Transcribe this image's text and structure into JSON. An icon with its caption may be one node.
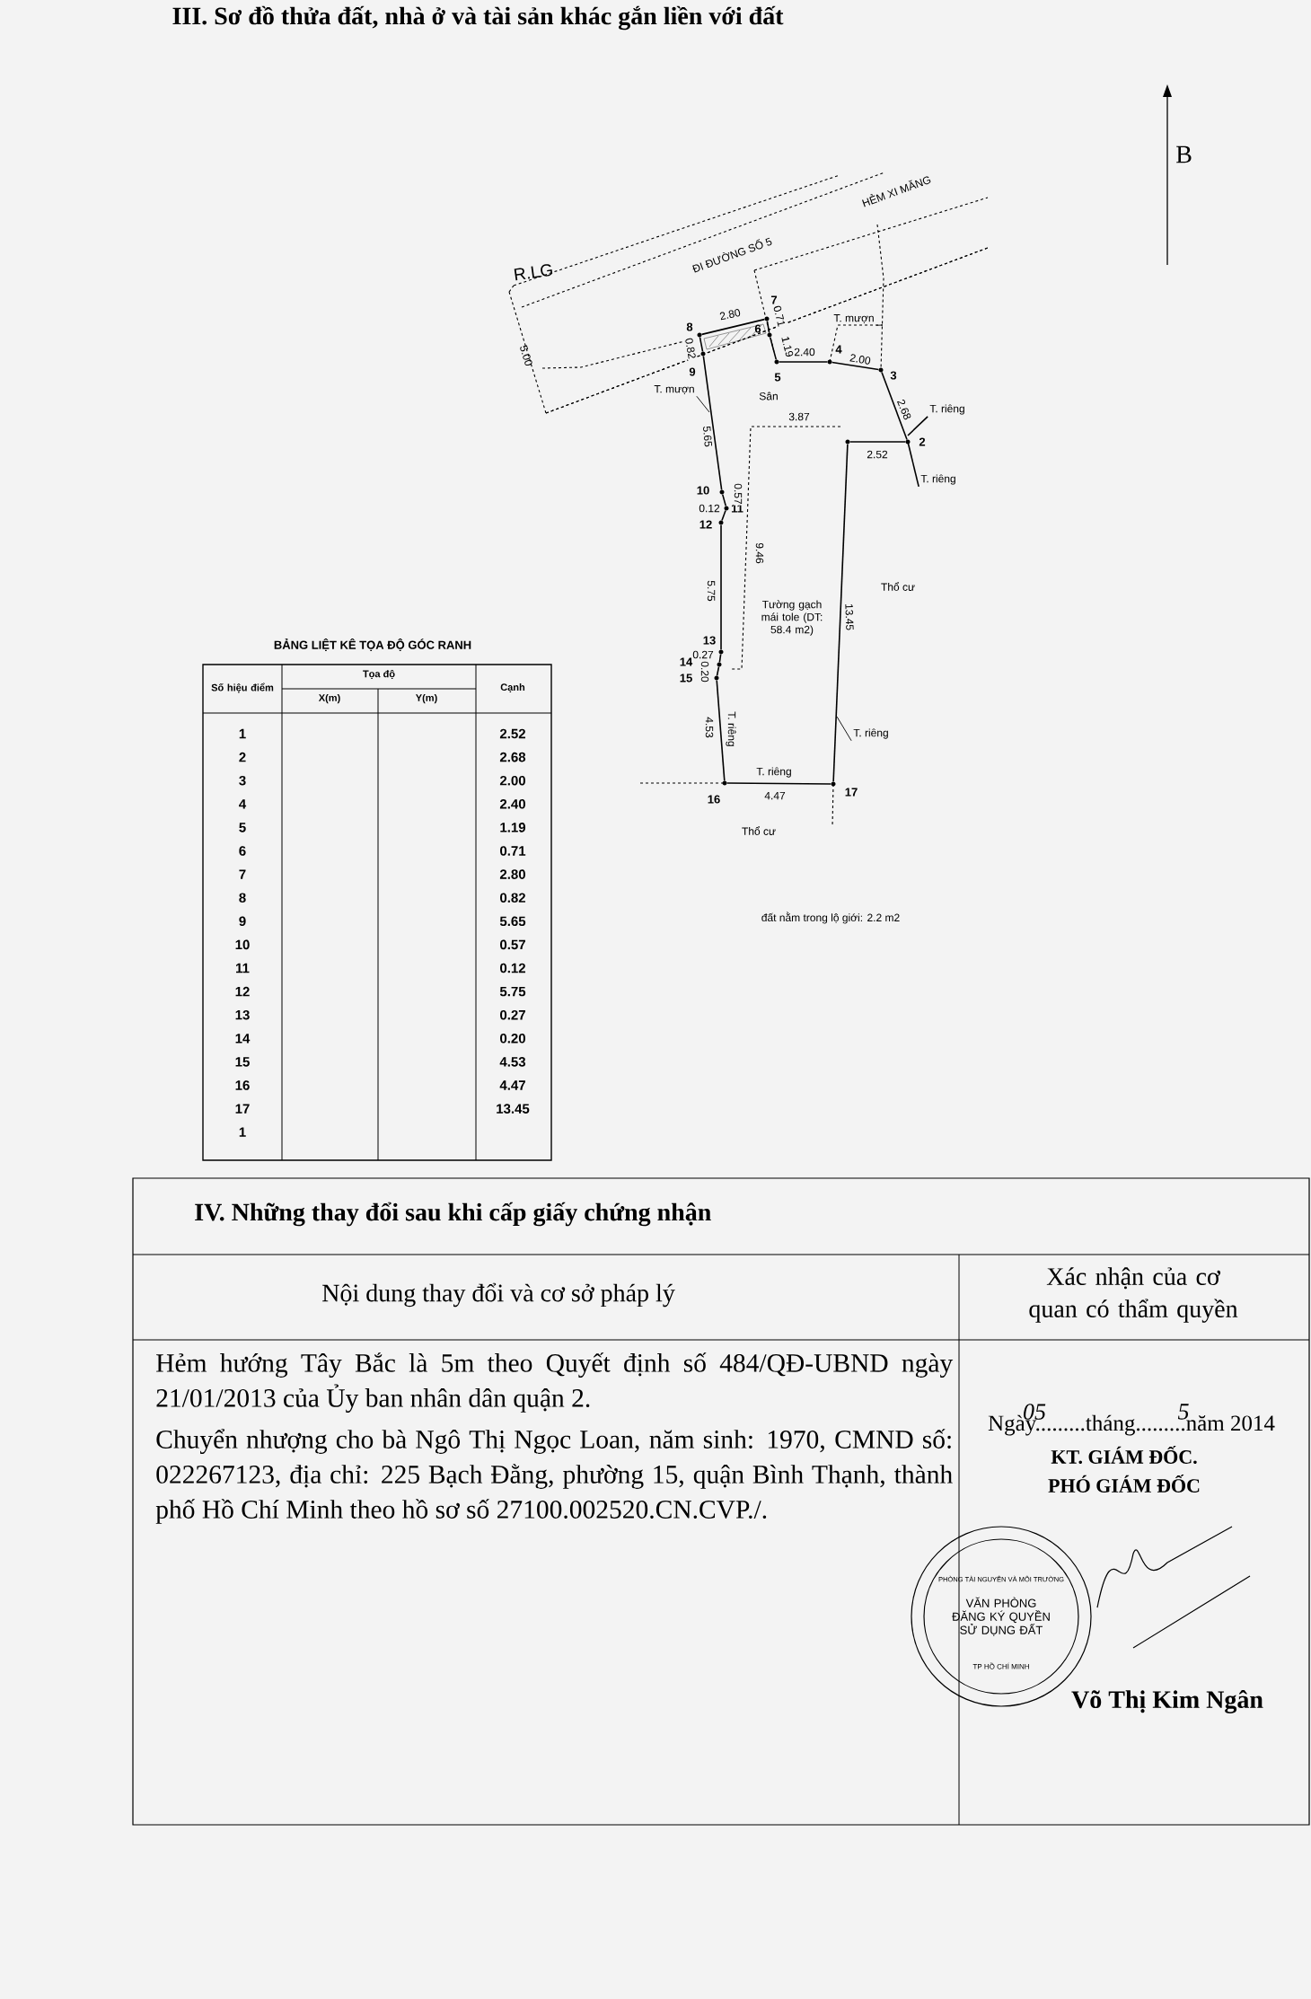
{
  "diagram": {
    "title": "III. Sơ đồ thửa đất, nhà ở và tài sản khác gắn liền với đất",
    "nodes": [
      {
        "text": [],
        "shape": "circle"
      },
      {
        "text": [],
        "shape": "circle",
        "beside": [
          "2"
        ]
      },
      {
        "text": [],
        "shape": "circle",
        "beside": [
          "3"
        ]
      },
      {
        "text": [],
        "shape": "circle",
        "beside": [
          "4"
        ]
      },
      {
        "text": [],
        "shape": "circle",
        "beside": [
          "5"
        ]
      },
      {
        "text": [],
        "shape": "circle",
        "beside": [
          "6"
        ]
      },
      {
        "text": [],
        "shape": "circle",
        "beside": [
          "7"
        ]
      },
      {
        "text": [],
        "shape": "circle",
        "beside": [
          "8"
        ]
      },
      {
        "text": [],
        "shape": "circle",
        "beside": [
          "9"
        ]
      },
      {
        "text": [],
        "shape": "circle",
        "beside": [
          "10"
        ]
      },
      {
        "text": [],
        "shape": "circle",
        "beside": [
          "11"
        ]
      },
      {
        "text": [],
        "shape": "circle",
        "beside": [
          "12"
        ]
      },
      {
        "text": [],
        "shape": "circle",
        "beside": [
          "13"
        ]
      },
      {
        "text": [],
        "shape": "circle",
        "beside": [
          "14"
        ]
      },
      {
        "text": [],
        "shape": "circle",
        "beside": [
          "15"
        ]
      },
      {
        "text": [],
        "shape": "circle",
        "beside": [
          "16"
        ]
      },
      {
        "text": [],
        "shape": "circle",
        "beside": [
          "17"
        ]
      },
      {
        "text": [
          "T. mượn"
        ]
      },
      {
        "text": [
          "T. mượn"
        ]
      },
      {
        "text": [
          "T. riêng"
        ]
      },
      {
        "text": [
          "T. riêng"
        ]
      },
      {
        "text": [
          "T. riêng"
        ]
      }
    ],
    "edges": [
      {
        "from": 0,
        "to": 1,
        "arrow": "none",
        "label": "2.52"
      },
      {
        "from": 1,
        "to": 2,
        "arrow": "none",
        "label": "2.68"
      },
      {
        "from": 2,
        "to": 3,
        "arrow": "none",
        "label": "2.00"
      },
      {
        "from": 3,
        "to": 4,
        "arrow": "none",
        "label": "2.40"
      },
      {
        "from": 4,
        "to": 5,
        "arrow": "none",
        "label": "1.19"
      },
      {
        "from": 5,
        "to": 6,
        "arrow": "none",
        "label": "0.71"
      },
      {
        "from": 6,
        "to": 7,
        "arrow": "none",
        "label": "2.80"
      },
      {
        "from": 7,
        "to": 8,
        "arrow": "none",
        "label": "0.82"
      },
      {
        "from": 8,
        "to": 9,
        "arrow": "none",
        "label": "5.65"
      },
      {
        "from": 9,
        "to": 10,
        "arrow": "none",
        "label": "0.57"
      },
      {
        "from": 10,
        "to": 11,
        "arrow": "none",
        "label": "0.12"
      },
      {
        "from": 11,
        "to": 12,
        "arrow": "none",
        "label": "5.75"
      },
      {
        "from": 12,
        "to": 13,
        "arrow": "none",
        "label": "0.27"
      },
      {
        "from": 13,
        "to": 14,
        "arrow": "none",
        "label": "0.20"
      },
      {
        "from": 14,
        "to": 15,
        "arrow": "none",
        "label": "4.53"
      },
      {
        "from": 15,
        "to": 16,
        "arrow": "none",
        "label": "4.47"
      },
      {
        "from": 16,
        "to": 0,
        "arrow": "none",
        "label": "13.45"
      },
      {
        "from": 17,
        "to": null,
        "arrow": "none"
      },
      {
        "from": 18,
        "to": null,
        "arrow": "none"
      },
      {
        "from": 19,
        "to": 1,
        "arrow": "none"
      },
      {
        "from": 20,
        "to": 1,
        "arrow": "none"
      },
      {
        "from": 21,
        "to": null,
        "arrow": "none"
      }
    ],
    "labels": [
      "R.LG",
      "ĐI ĐƯỜNG SỐ 5",
      "HẺM XI MĂNG",
      "5.00",
      "B",
      "Sân",
      "3.87",
      "9.46",
      "Tường gạch mái tole (DT: 58.4 m2)",
      "Thổ cư",
      "T. riêng",
      "T. riêng",
      "Thổ cư",
      "BẢNG LIỆT KÊ TỌA ĐỘ GÓC RANH",
      "Số hiệu điểm",
      "Tọa độ",
      "Cạnh",
      "X(m)",
      "Y(m)",
      "1",
      "2.52",
      "2",
      "2.68",
      "3",
      "2.00",
      "4",
      "2.40",
      "5",
      "1.19",
      "6",
      "0.71",
      "7",
      "2.80",
      "8",
      "0.82",
      "9",
      "5.65",
      "10",
      "0.57",
      "11",
      "0.12",
      "12",
      "5.75",
      "13",
      "0.27",
      "14",
      "0.20",
      "15",
      "4.53",
      "16",
      "4.47",
      "17",
      "13.45",
      "1",
      "đất nằm trong lộ giới: 2.2 m2",
      "IV. Những thay đổi sau khi cấp giấy chứng nhận",
      "Nội dung thay đổi và cơ sở pháp lý",
      "Xác nhận của cơ quan có thẩm quyền",
      "Hẻm hướng Tây Bắc là 5m theo Quyết định số 484/QĐ-UBND ngày 21/01/2013 của Ủy ban nhân dân quận 2.",
      "Ngày.........tháng.........năm 2014",
      "05",
      "5",
      "Chuyển nhượng cho bà Ngô Thị Ngọc Loan, năm sinh: 1970, CMND số: 022267123, địa chỉ: 225 Bạch Đằng, phường 15, quận Bình Thạnh, thành phố Hồ Chí Minh theo hồ sơ số 27100.002520.CN.CVP./.",
      "KT. GIÁM ĐỐC.",
      "PHÓ GIÁM ĐỐC",
      "PHÒNG TÀI NGUYÊN VÀ MÔI TRƯỜNG",
      "VĂN PHÒNG ĐĂNG KÝ QUYỀN SỬ DỤNG ĐẤT",
      "TP HỒ CHÍ MINH",
      "Võ Thị Kim Ngân"
    ]
  }
}
